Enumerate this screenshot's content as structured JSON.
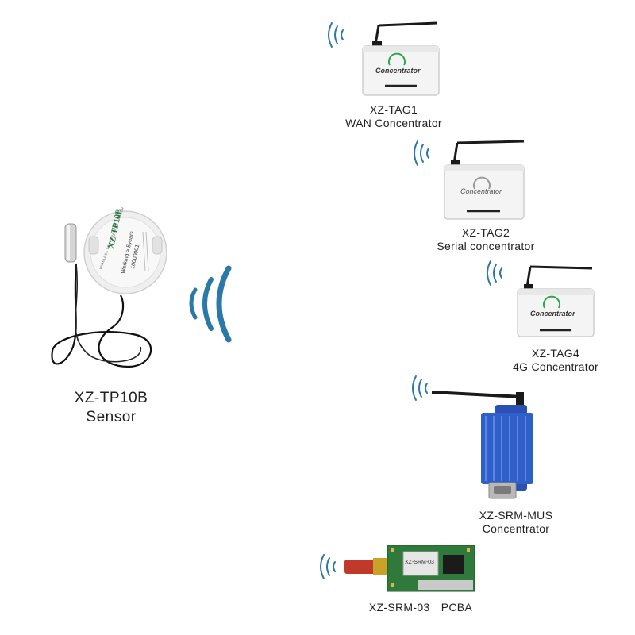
{
  "sensor": {
    "model": "XZ-TP10B",
    "type": "Sensor",
    "device_text": {
      "brand": "XZ-TP10B",
      "spec": "Working > 5years",
      "id": "10000001",
      "ring": "WIRELESS TEMPERATURE SENSOR"
    }
  },
  "devices": [
    {
      "model": "XZ-TAG1",
      "type": "WAN Concentrator",
      "panel_text": "Concentrator"
    },
    {
      "model": "XZ-TAG2",
      "type": "Serial concentrator",
      "panel_text": "Concentrator"
    },
    {
      "model": "XZ-TAG4",
      "type": "4G Concentrator",
      "panel_text": "Concentrator"
    },
    {
      "model": "XZ-SRM-MUS",
      "type": "Concentrator"
    },
    {
      "model": "XZ-SRM-03",
      "type": "PCBA",
      "chip_text": "XZ-SRM-03"
    }
  ],
  "colors": {
    "signal": "#2b79a8",
    "module_blue": "#2f5fc8",
    "pcb_green": "#2f7a3a",
    "antenna": "#1a1a1a",
    "concentrator_body": "#f4f4f4"
  },
  "icons": [
    "wifi-signal-icon",
    "antenna-icon",
    "temperature-probe-icon"
  ]
}
